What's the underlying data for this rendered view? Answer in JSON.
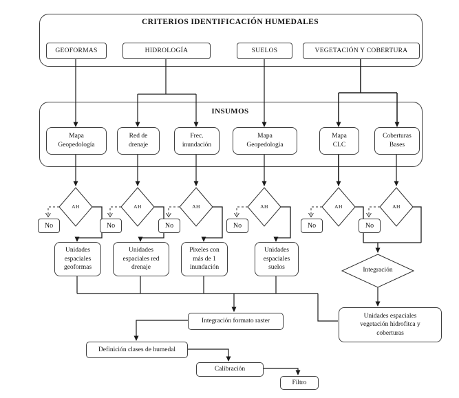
{
  "diagram": {
    "top": {
      "title": "CRITERIOS IDENTIFICACIÓN HUMEDALES",
      "criteria": [
        {
          "label": "GEOFORMAS"
        },
        {
          "label": "HIDROLOGÍA"
        },
        {
          "label": "SUELOS"
        },
        {
          "label": "VEGETACIÓN Y COBERTURA"
        }
      ]
    },
    "insumos": {
      "title": "INSUMOS",
      "inputs": [
        {
          "label": "Mapa\nGeopedología"
        },
        {
          "label": "Red de\ndrenaje"
        },
        {
          "label": "Frec.\ninundación"
        },
        {
          "label": "Mapa\nGeopedologia"
        },
        {
          "label": "Mapa\nCLC"
        },
        {
          "label": "Coberturas\nBases"
        }
      ]
    },
    "decisions": [
      {
        "label": "AH",
        "no": "No"
      },
      {
        "label": "AH",
        "no": "No"
      },
      {
        "label": "AH",
        "no": "No"
      },
      {
        "label": "AH",
        "no": "No"
      },
      {
        "label": "AH",
        "no": "No"
      },
      {
        "label": "AH",
        "no": "No"
      }
    ],
    "results": [
      {
        "label": "Unidades\nespaciales\ngeoformas"
      },
      {
        "label": "Unidades\nespaciales red\ndrenaje"
      },
      {
        "label": "Pixeles con\nmás de 1\ninundación"
      },
      {
        "label": "Unidades\nespaciales\nsuelos"
      }
    ],
    "integration": {
      "diamond": "Integración",
      "veg_box": "Unidades espaciales\nvegetación hidrofitca y\ncoberturas"
    },
    "process": {
      "raster": "Integración formato raster",
      "definition": "Definición clases de humedal",
      "calibration": "Calibración",
      "filter": "Filtro"
    },
    "colors": {
      "line": "#1a1a1a",
      "border": "#3a3a3a",
      "background": "#ffffff"
    }
  }
}
